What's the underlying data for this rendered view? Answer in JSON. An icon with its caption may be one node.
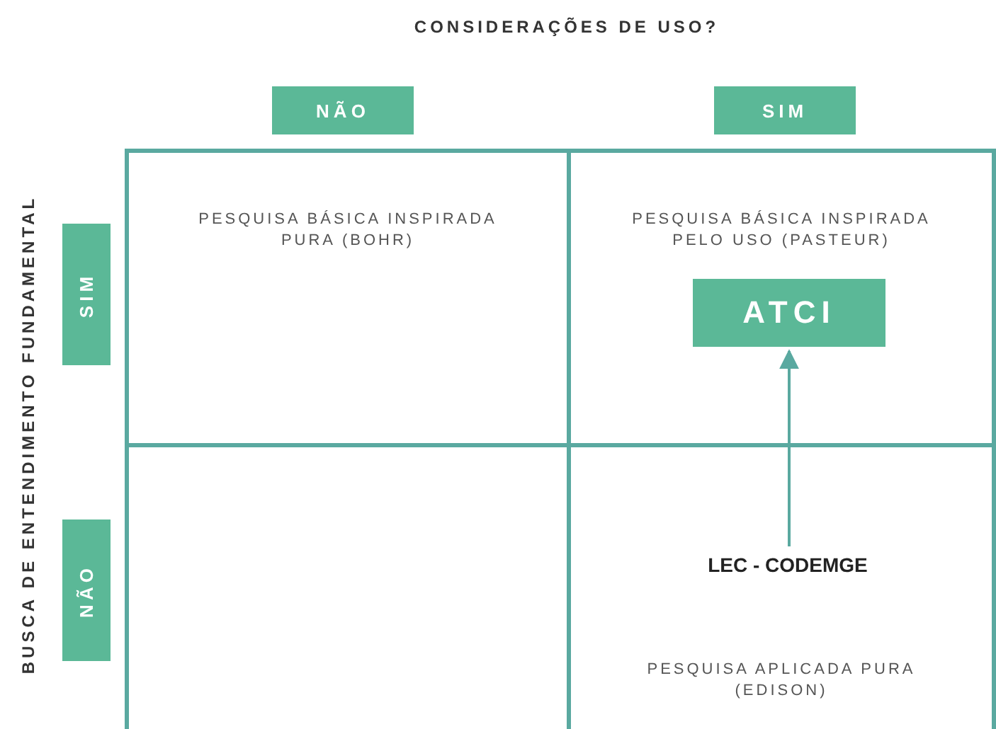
{
  "diagram": {
    "title": "CONSIDERAÇÕES DE USO?",
    "nodes": [
      {
        "text": [
          "NÃO"
        ]
      },
      {
        "text": [
          "SIM"
        ]
      },
      {
        "text": [
          "SIM"
        ]
      },
      {
        "text": [
          "NÃO"
        ]
      },
      {
        "text": [
          "PESQUISA BÁSICA INSPIRADA PURA (BOHR)"
        ]
      },
      {
        "text": [
          "PESQUISA BÁSICA INSPIRADA PELO USO (PASTEUR)"
        ]
      },
      {
        "text": [
          "ATCI"
        ],
        "in": 5
      },
      {
        "text": [],
        "shape": "box"
      },
      {
        "text": [
          "PESQUISA APLICADA PURA (EDISON)"
        ]
      },
      {
        "text": [
          "LEC - CODEMGE"
        ],
        "in": 8
      }
    ],
    "edges": [
      {
        "from": 9,
        "to": 6,
        "arrow": "to"
      }
    ],
    "labels": [
      "BUSCA DE ENTENDIMENTO FUNDAMENTAL"
    ]
  }
}
